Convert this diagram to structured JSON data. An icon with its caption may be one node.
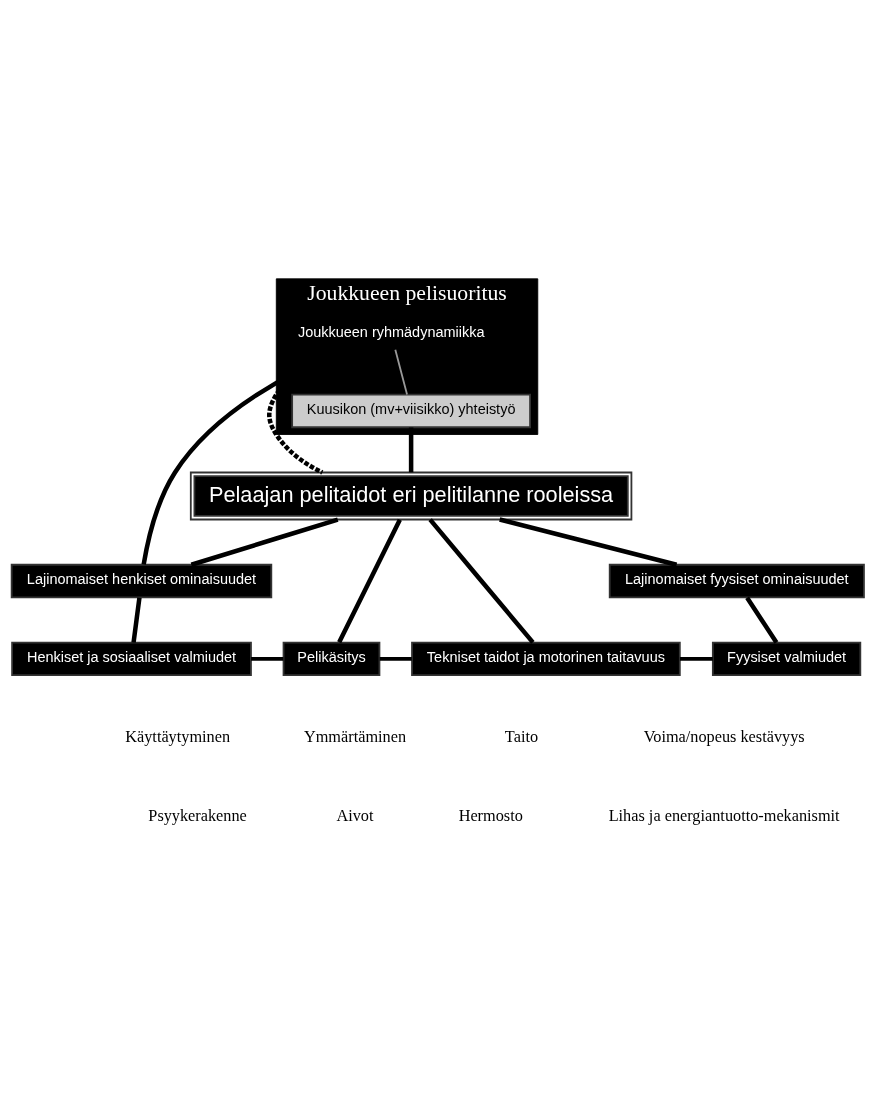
{
  "diagram": {
    "nodes": [
      {
        "text": [
          "Joukkueen pelisuoritus"
        ]
      },
      {
        "text": [
          "Joukkueen ryhmädynamiikka"
        ],
        "in": 0
      },
      {
        "text": [
          "Kuusikon (mv+viisikko) yhteistyö"
        ],
        "in": 0
      },
      {
        "text": [
          "Pelaajan pelitaidot eri pelitilanne rooleissa"
        ]
      },
      {
        "text": [
          "Lajinomaiset henkiset ominaisuudet"
        ]
      },
      {
        "text": [
          "Lajinomaiset fyysiset ominaisuudet"
        ]
      },
      {
        "text": [
          "Henkiset ja sosiaaliset valmiudet"
        ]
      },
      {
        "text": [
          "Pelikäsitys"
        ]
      },
      {
        "text": [
          "Tekniset taidot ja motorinen taitavuus"
        ]
      },
      {
        "text": [
          "Fyysiset valmiudet"
        ]
      }
    ],
    "edges": [
      {
        "from": 1,
        "to": 2,
        "arrow": "none",
        "color": "#999999"
      },
      {
        "from": 1,
        "to": 4,
        "arrow": "none"
      },
      {
        "from": 1,
        "to": 3,
        "arrow": "none",
        "style": "dashed"
      },
      {
        "from": 2,
        "to": 3,
        "arrow": "none"
      },
      {
        "from": 4,
        "to": 3,
        "arrow": "none"
      },
      {
        "from": 3,
        "to": 5,
        "arrow": "none"
      },
      {
        "from": 4,
        "to": 6,
        "arrow": "none"
      },
      {
        "from": 5,
        "to": 9,
        "arrow": "none"
      },
      {
        "from": 3,
        "to": 7,
        "arrow": "none"
      },
      {
        "from": 3,
        "to": 8,
        "arrow": "none"
      },
      {
        "from": 6,
        "to": 7,
        "arrow": "none"
      },
      {
        "from": 7,
        "to": 8,
        "arrow": "none"
      },
      {
        "from": 8,
        "to": 9,
        "arrow": "none"
      }
    ],
    "labels": [
      "Käyttäytyminen",
      "Ymmärtäminen",
      "Taito",
      "Voima/nopeus kestävyys",
      "Psyykerakenne",
      "Aivot",
      "Hermosto",
      "Lihas ja energiantuotto-mekanismit"
    ]
  }
}
